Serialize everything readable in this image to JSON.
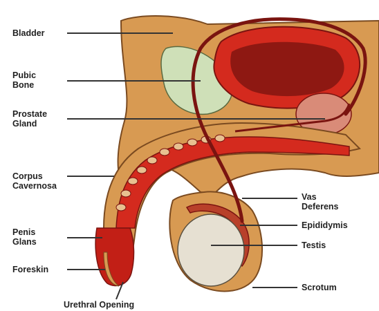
{
  "labels": {
    "bladder": "Bladder",
    "pubic_bone_1": "Pubic",
    "pubic_bone_2": "Bone",
    "prostate_1": "Prostate",
    "prostate_2": "Gland",
    "corpus_1": "Corpus",
    "corpus_2": "Cavernosa",
    "penis_glans_1": "Penis",
    "penis_glans_2": "Glans",
    "foreskin": "Foreskin",
    "urethral_opening": "Urethral Opening",
    "vas_deferens_1": "Vas",
    "vas_deferens_2": "Deferens",
    "epididymis": "Epididymis",
    "testis": "Testis",
    "scrotum": "Scrotum"
  },
  "colors": {
    "skin": "#D89A52",
    "skin_dark": "#B9793A",
    "tissue_red": "#D42A1E",
    "tissue_dark": "#7A1410",
    "bone": "#CFE0B8",
    "testis": "#E6E0D2",
    "line": "#333333"
  }
}
